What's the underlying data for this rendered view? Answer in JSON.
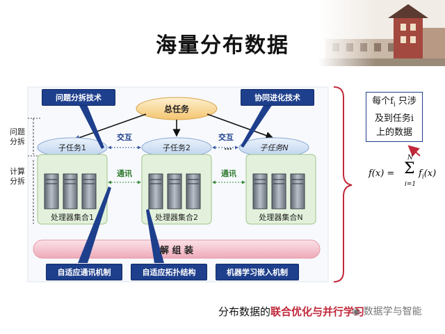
{
  "title": "海量分布数据",
  "diagram": {
    "main_task": "总任务",
    "subtasks": [
      "子任务1",
      "子任务2",
      "子任务N"
    ],
    "interact_labels": [
      "交互",
      "交互"
    ],
    "ellipsis": "…",
    "processor_sets": [
      "处理器集合1",
      "处理器集合2",
      "处理器集合N"
    ],
    "comm_labels": [
      "通讯",
      "通讯"
    ],
    "decode": "解 组 装",
    "side_labels": {
      "problem_split": "问题\n分拆",
      "compute_split": "计算\n分拆"
    },
    "tech_top": [
      "问题分拆技术",
      "协同进化技术"
    ],
    "tech_bottom": [
      "自适应通讯机制",
      "自适应拓扑结构",
      "机器学习嵌入机制"
    ]
  },
  "annotation": {
    "line1": "每个f",
    "sub": "i",
    "line1b": " 只涉",
    "line2": "及到任务i",
    "line3": "上的数据"
  },
  "formula": {
    "lhs": "f(x) =",
    "sum_top": "N",
    "sum_bottom": "i=1",
    "term": "f",
    "term_sub": "i",
    "term_arg": "(x)"
  },
  "footer": {
    "prefix": "分布数据的",
    "highlight": "联合优化与并行学习"
  },
  "watermark": "◉ 数据学与智能",
  "colors": {
    "navy": "#1e3f8c",
    "green_fill": "#e3f1dc",
    "green_border": "#9ec48a",
    "pink": "#f6c4cf",
    "red": "#c0283a",
    "ellipse_blue": "#cfe0f4",
    "ellipse_orange": "#f7d38f"
  }
}
